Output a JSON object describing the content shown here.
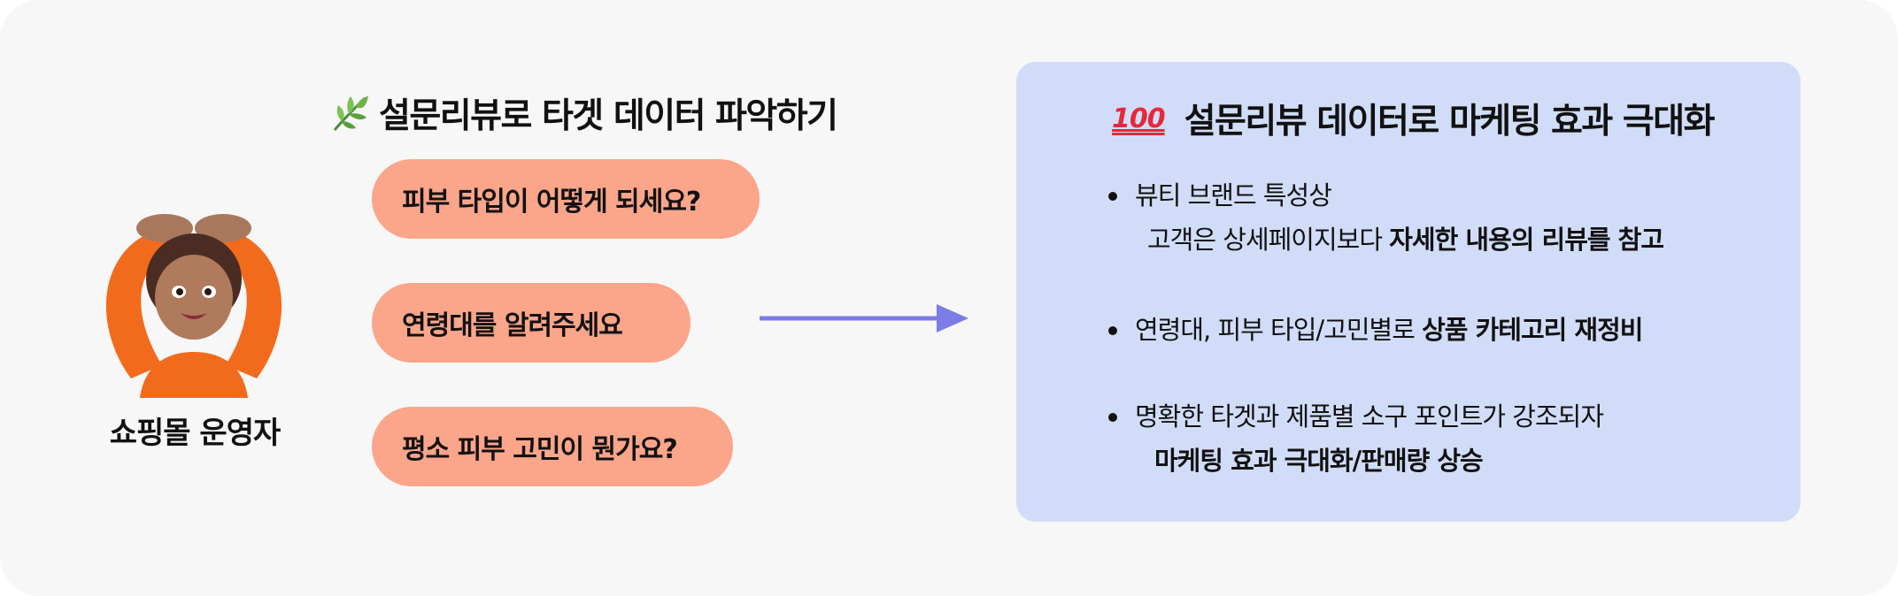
{
  "persona": {
    "label": "쇼핑몰 운영자",
    "avatar_icon": "person-gesturing-ok-icon"
  },
  "left": {
    "title_icon": "herb-icon",
    "title": "설문리뷰로 타겟 데이터 파악하기",
    "questions": [
      "피부 타입이 어떻게 되세요?",
      "연령대를 알려주세요",
      "평소 피부 고민이 뭔가요?"
    ]
  },
  "arrow_color": "#7b7ce6",
  "panel": {
    "background": "#d1ddf8",
    "title_icon": "hundred-points-icon",
    "title_icon_text": "100",
    "title": "설문리뷰 데이터로 마케팅 효과 극대화",
    "bullets": [
      {
        "line1": "뷰티 브랜드 특성상",
        "line2_plain": "고객은 상세페이지보다 ",
        "line2_bold": "자세한 내용의 리뷰를 참고"
      },
      {
        "line1_plain": "연령대, 피부 타입/고민별로 ",
        "line1_bold": "상품 카테고리 재정비"
      },
      {
        "line1": "명확한 타겟과 제품별 소구 포인트가 강조되자",
        "line2_bold": "마케팅 효과 극대화/판매량 상승"
      }
    ]
  }
}
